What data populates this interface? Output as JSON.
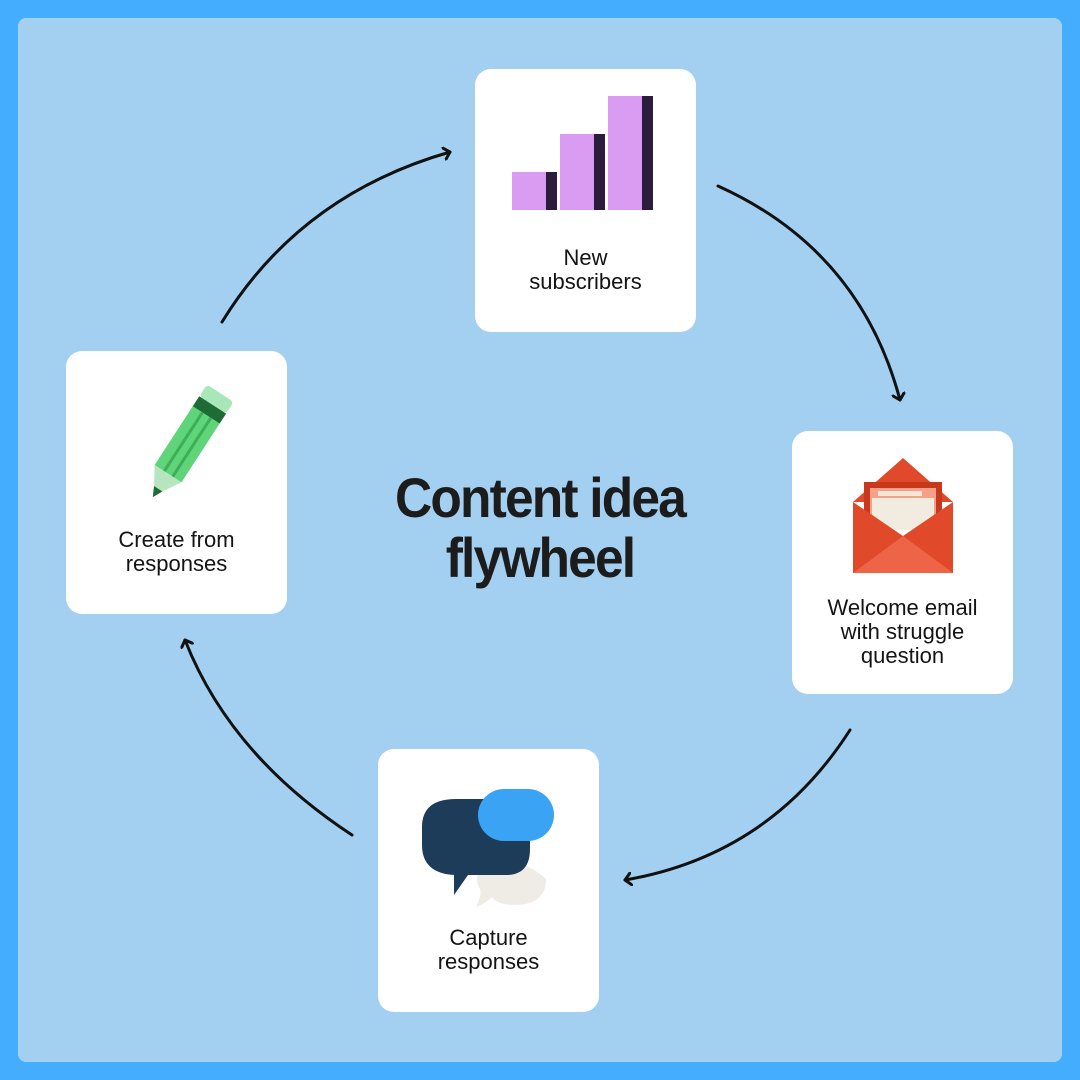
{
  "diagram": {
    "title": "Content idea\nflywheel",
    "steps": [
      {
        "label": "New\nsubscribers",
        "icon": "bar-chart-icon"
      },
      {
        "label": "Welcome email\nwith struggle\nquestion",
        "icon": "envelope-icon"
      },
      {
        "label": "Capture\nresponses",
        "icon": "chat-bubbles-icon"
      },
      {
        "label": "Create from\nresponses",
        "icon": "pencil-icon"
      }
    ]
  },
  "colors": {
    "outer_border": "#45adfd",
    "background": "#a3d0f1",
    "card": "#ffffff",
    "arrow": "#111111",
    "bars": "#d99cf2",
    "envelope": "#e04a2a",
    "chat_dark": "#1d3c5a",
    "chat_blue": "#3aa3f4",
    "pencil": "#5fd478"
  }
}
